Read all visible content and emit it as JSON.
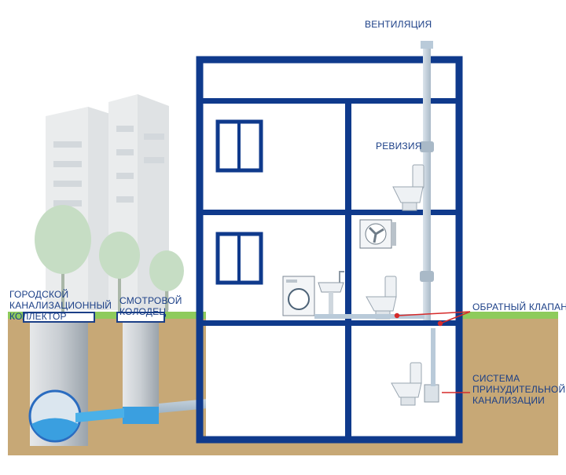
{
  "labels": {
    "ventilation": "ВЕНТИЛЯЦИЯ",
    "revision": "РЕВИЗИЯ",
    "city_collector": [
      "ГОРОДСКОЙ",
      "КАНАЛИЗАЦИОННЫЙ",
      "КОЛЛЕКТОР"
    ],
    "inspection_well": [
      "СМОТРОВОЙ",
      "КОЛОДЕЦ"
    ],
    "check_valve": "ОБРАТНЫЙ КЛАПАН",
    "forced_sewer": [
      "СИСТЕМА",
      "ПРИНУДИТЕЛЬНОЙ",
      "КАНАЛИЗАЦИИ"
    ]
  },
  "colors": {
    "building": "#0f3a8c",
    "pipe": "#b9cad9",
    "water": "#3a9fe0",
    "soil": "#c7a876",
    "grass": "#8ecb5c",
    "label": "#1b3f87",
    "leader": "#d62a2a",
    "tree": "#c6ddc4"
  },
  "icons": [
    "toilet-icon",
    "washing-machine-icon",
    "sink-icon",
    "fan-unit-icon",
    "window-icon",
    "tree-icon"
  ]
}
